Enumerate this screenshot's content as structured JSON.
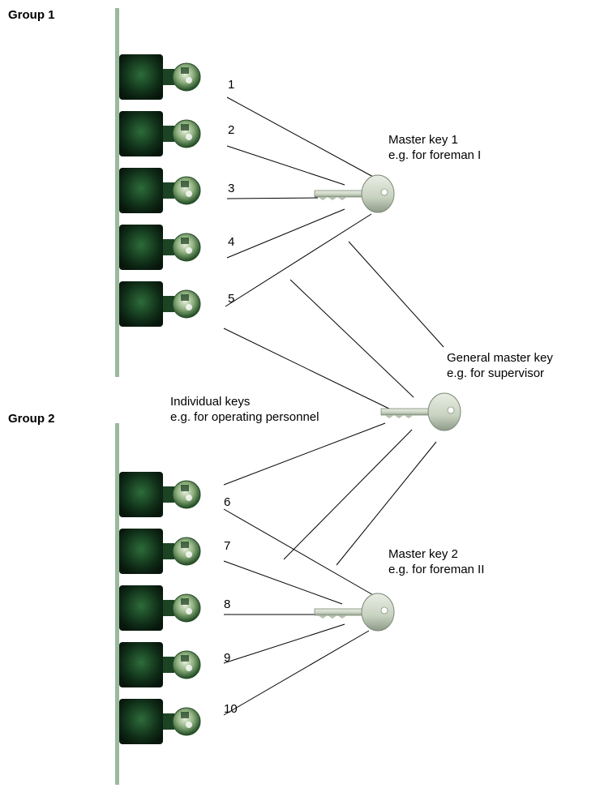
{
  "groups": [
    {
      "label": "Group 1",
      "lock_numbers": [
        "1",
        "2",
        "3",
        "4",
        "5"
      ]
    },
    {
      "label": "Group 2",
      "lock_numbers": [
        "6",
        "7",
        "8",
        "9",
        "10"
      ]
    }
  ],
  "master_key_1": {
    "title": "Master key 1",
    "subtitle": "e.g. for foreman I"
  },
  "master_key_2": {
    "title": "Master key 2",
    "subtitle": "e.g. for foreman II"
  },
  "general_master_key": {
    "title": "General master key",
    "subtitle": "e.g. for supervisor"
  },
  "individual_keys": {
    "title": "Individual keys",
    "subtitle": "e.g. for operating personnel"
  },
  "colors": {
    "lock_body": "#0e2a14",
    "lock_highlight": "#2f7a40",
    "key_silver": "#cfd8c8",
    "key_outline": "#7d8a78",
    "rail": "#8aa88e",
    "line": "#000000"
  }
}
